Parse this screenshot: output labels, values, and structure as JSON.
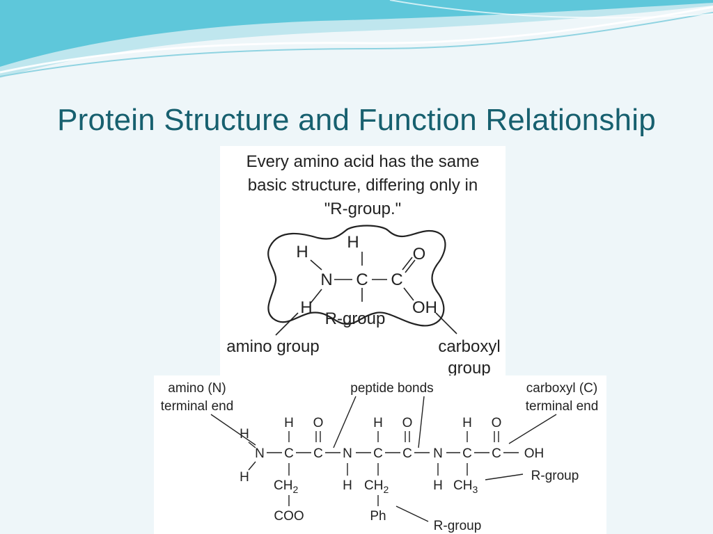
{
  "title": "Protein Structure and Function Relationship",
  "colors": {
    "title": "#17606f",
    "wave_dark": "#4cc1d6",
    "wave_light": "#bfe6ee",
    "background": "#eef6f9"
  },
  "amino_acid": {
    "caption": [
      "Every amino acid has the same",
      "basic structure, differing only in",
      "\"R-group.\""
    ],
    "atoms": {
      "h_top": "H",
      "h_left_top": "H",
      "n": "N",
      "c_alpha": "C",
      "c_carbonyl": "C",
      "o": "O",
      "oh": "OH",
      "h_left_bottom": "H"
    },
    "labels": {
      "r_group": "R-group",
      "amino_group": "amino group",
      "carboxyl_line1": "carboxyl",
      "carboxyl_line2": "group"
    }
  },
  "peptide": {
    "labels": {
      "n_terminal_line1": "amino (N)",
      "n_terminal_line2": "terminal end",
      "peptide_bonds": "peptide bonds",
      "c_terminal_line1": "carboxyl (C)",
      "c_terminal_line2": "terminal end",
      "r_group_1": "R-group",
      "r_group_2": "R-group"
    },
    "atoms": {
      "h_n1_top": "H",
      "n1": "N",
      "h_n1_bottom": "H",
      "h1": "H",
      "c1": "C",
      "o1": "O",
      "c1b": "C",
      "n2": "N",
      "h_n2": "H",
      "h2": "H",
      "c2": "C",
      "o2": "O",
      "c2b": "C",
      "n3": "N",
      "h_n3": "H",
      "h3": "H",
      "c3": "C",
      "o3": "O",
      "c3b": "C",
      "oh": "OH",
      "ch2_1": "CH",
      "ch2_1_sub": "2",
      "coo": "COO",
      "ch2_2": "CH",
      "ch2_2_sub": "2",
      "ph": "Ph",
      "ch3": "CH",
      "ch3_sub": "3"
    }
  }
}
